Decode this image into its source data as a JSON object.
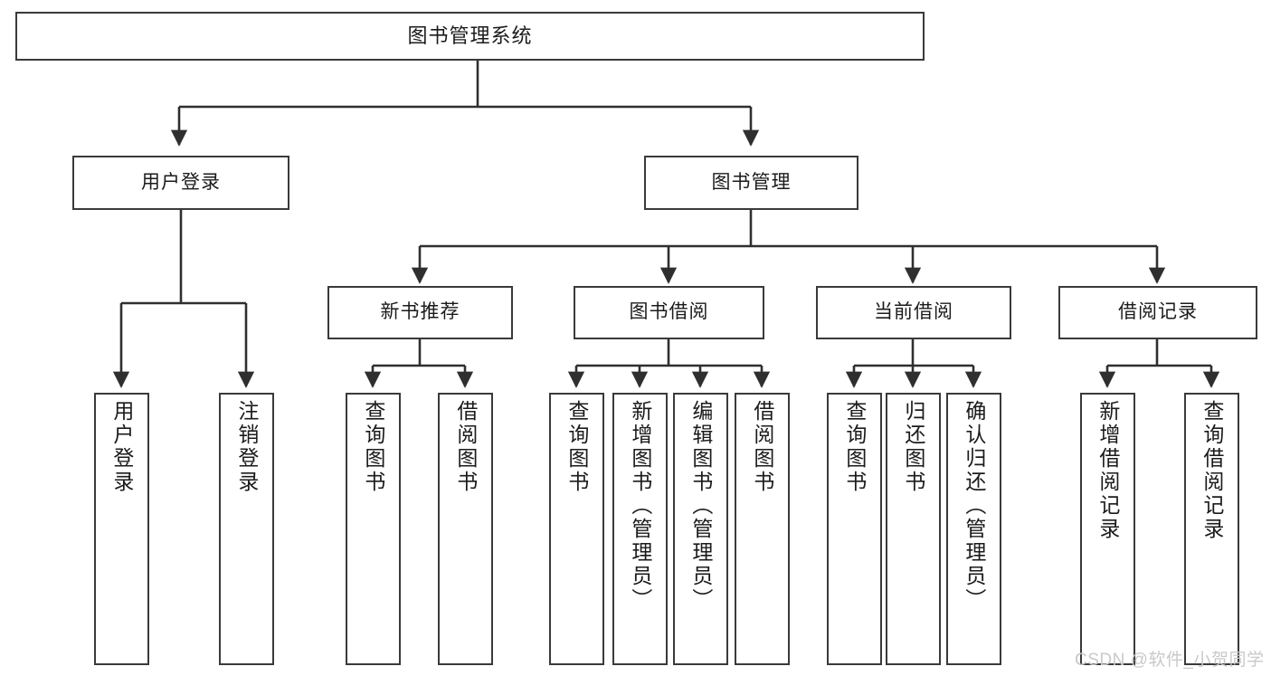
{
  "diagram": {
    "title": "图书管理系统",
    "type": "tree-hierarchy",
    "style": {
      "box_border_color": "#3a3a3a",
      "box_fill": "#ffffff",
      "connector_color": "#2f2f2f",
      "text_color": "#1b1b1b",
      "watermark_color": "#c9c9c9",
      "background": "#ffffff"
    },
    "watermark": "CSDN @软件_小贺同学",
    "levels": {
      "root": "图书管理系统",
      "level1": [
        "用户登录",
        "图书管理"
      ],
      "level2": [
        "新书推荐",
        "图书借阅",
        "当前借阅",
        "借阅记录"
      ]
    },
    "nodes": {
      "root": {
        "label": "图书管理系统"
      },
      "user_login": {
        "label": "用户登录"
      },
      "book_manage": {
        "label": "图书管理"
      },
      "new_book_rec": {
        "label": "新书推荐"
      },
      "book_borrow": {
        "label": "图书借阅"
      },
      "current_borrow": {
        "label": "当前借阅"
      },
      "borrow_record": {
        "label": "借阅记录"
      },
      "leaf_user_login": {
        "label": "用户登录"
      },
      "leaf_logout": {
        "label": "注销登录"
      },
      "leaf_query_book_1": {
        "label": "查询图书"
      },
      "leaf_borrow_book_1": {
        "label": "借阅图书"
      },
      "leaf_query_book_2": {
        "label": "查询图书"
      },
      "leaf_add_book": {
        "label": "新增图书（管理员）"
      },
      "leaf_edit_book": {
        "label": "编辑图书（管理员）"
      },
      "leaf_borrow_book_2": {
        "label": "借阅图书"
      },
      "leaf_query_book_3": {
        "label": "查询图书"
      },
      "leaf_return_book": {
        "label": "归还图书"
      },
      "leaf_confirm_return": {
        "label": "确认归还（管理员）"
      },
      "leaf_add_record": {
        "label": "新增借阅记录"
      },
      "leaf_query_record": {
        "label": "查询借阅记录"
      }
    },
    "edges": [
      {
        "from": "root",
        "to": "user_login"
      },
      {
        "from": "root",
        "to": "book_manage"
      },
      {
        "from": "user_login",
        "to": "leaf_user_login"
      },
      {
        "from": "user_login",
        "to": "leaf_logout"
      },
      {
        "from": "book_manage",
        "to": "new_book_rec"
      },
      {
        "from": "book_manage",
        "to": "book_borrow"
      },
      {
        "from": "book_manage",
        "to": "current_borrow"
      },
      {
        "from": "book_manage",
        "to": "borrow_record"
      },
      {
        "from": "new_book_rec",
        "to": "leaf_query_book_1"
      },
      {
        "from": "new_book_rec",
        "to": "leaf_borrow_book_1"
      },
      {
        "from": "book_borrow",
        "to": "leaf_query_book_2"
      },
      {
        "from": "book_borrow",
        "to": "leaf_add_book"
      },
      {
        "from": "book_borrow",
        "to": "leaf_edit_book"
      },
      {
        "from": "book_borrow",
        "to": "leaf_borrow_book_2"
      },
      {
        "from": "current_borrow",
        "to": "leaf_query_book_3"
      },
      {
        "from": "current_borrow",
        "to": "leaf_return_book"
      },
      {
        "from": "current_borrow",
        "to": "leaf_confirm_return"
      },
      {
        "from": "borrow_record",
        "to": "leaf_add_record"
      },
      {
        "from": "borrow_record",
        "to": "leaf_query_record"
      }
    ]
  }
}
